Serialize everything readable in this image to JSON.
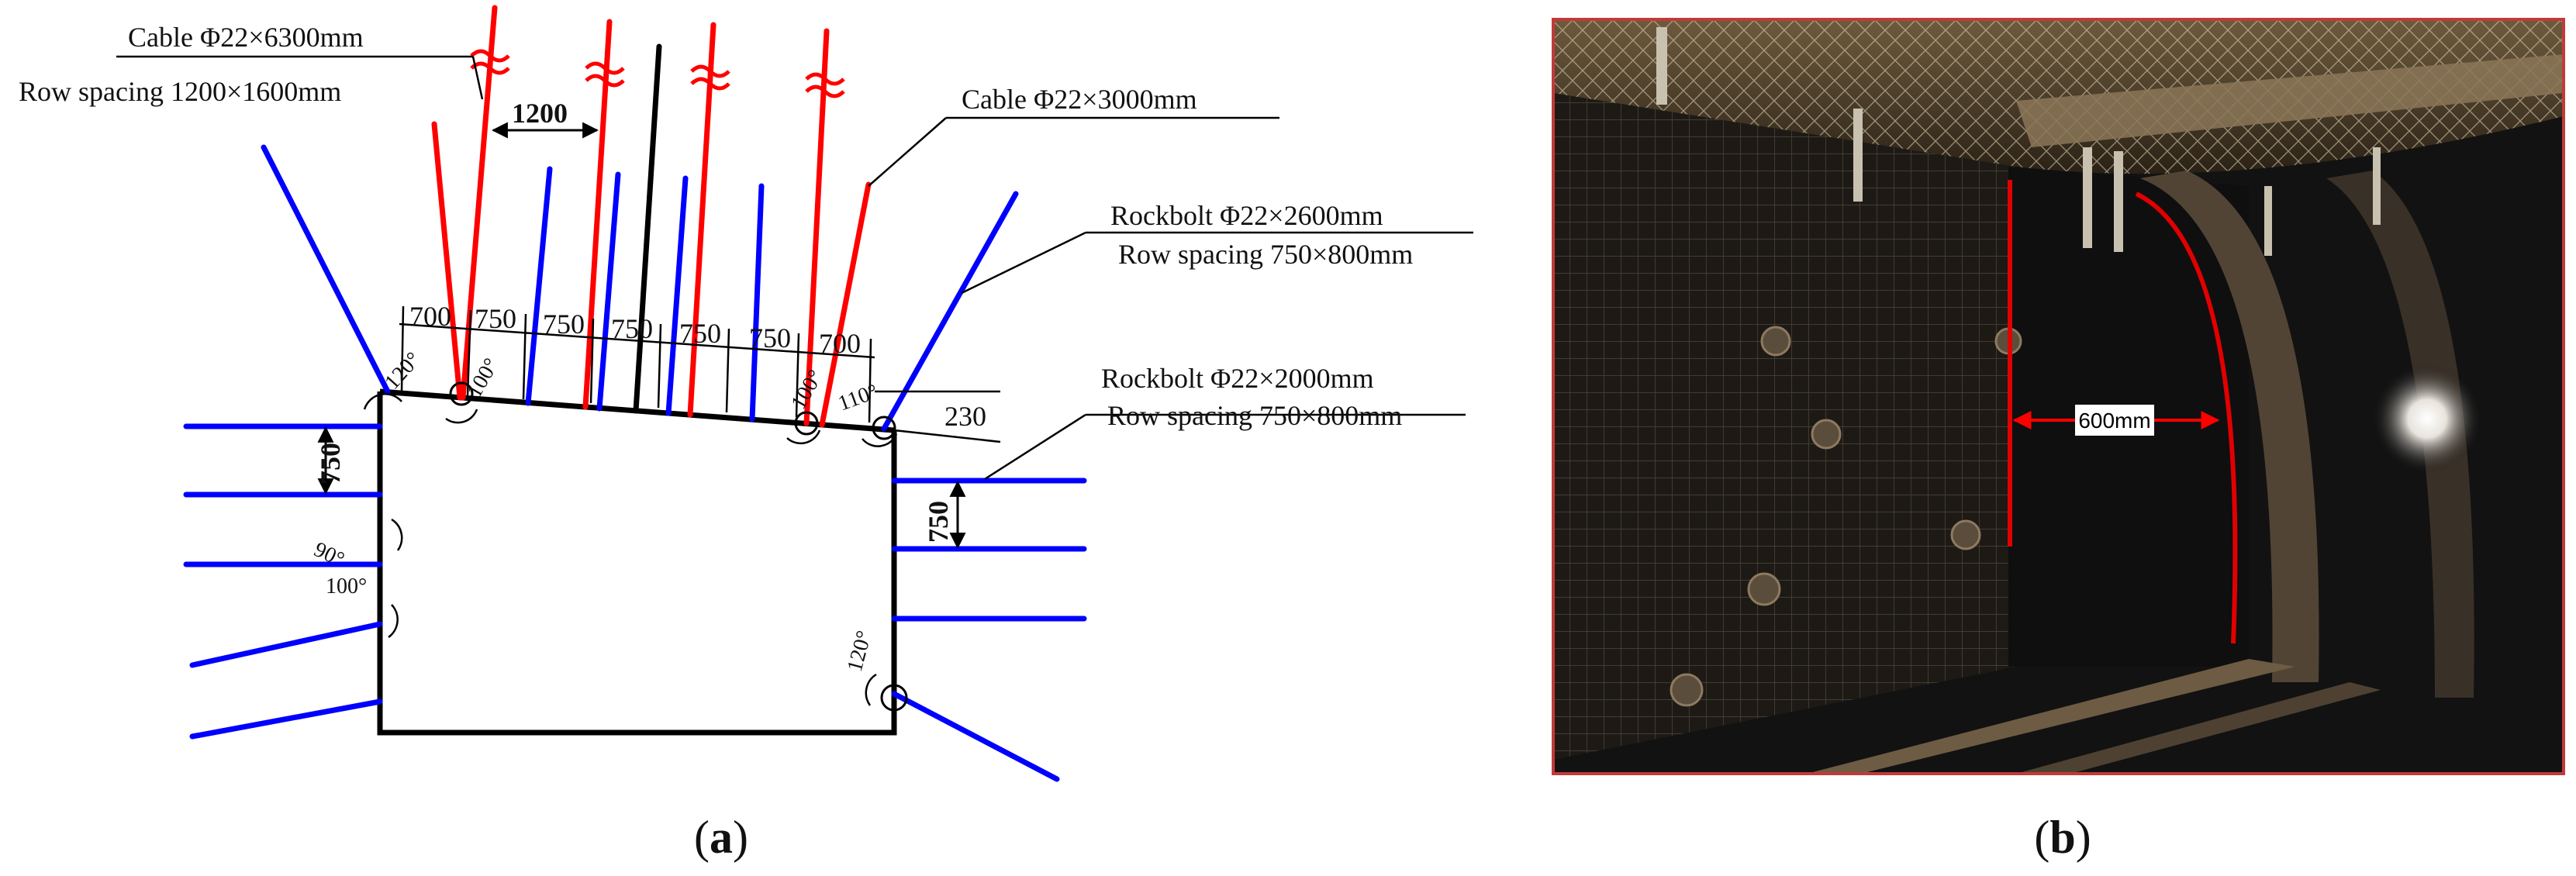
{
  "panel_a": {
    "caption_prefix": "(",
    "caption_letter": "a",
    "caption_suffix": ")",
    "cable_long_label": "Cable  Φ22×6300mm",
    "cable_long_spacing": "Row spacing 1200×1600mm",
    "cable_short_label": "Cable  Φ22×3000mm",
    "rockbolt_roof_label": "Rockbolt  Φ22×2600mm",
    "rockbolt_roof_spacing": "Row spacing  750×800mm",
    "rockbolt_rib_label": "Rockbolt  Φ22×2000mm",
    "rockbolt_rib_spacing": "Row spacing  750×800mm",
    "cable_gap": "1200",
    "roof_spacings": [
      "700",
      "750",
      "750",
      "750",
      "750",
      "750",
      "700"
    ],
    "right_drop": "230",
    "left_rib_spacing": "750",
    "right_rib_spacing": "750",
    "angles": {
      "roof_left_corner": "120°",
      "roof_left_inner": "100°",
      "roof_right_inner": "100°",
      "roof_right_corner": "110°",
      "left_rib_upper": "90°",
      "left_rib_lower": "100°",
      "right_rib_lower": "120°"
    },
    "colors": {
      "cable": "#ff0000",
      "rockbolt": "#0000ff",
      "black_cable": "#000000",
      "outline": "#000000"
    }
  },
  "panel_b": {
    "caption_prefix": "(",
    "caption_letter": "b",
    "caption_suffix": ")",
    "measure_label": "600mm",
    "colors": {
      "marker": "#e10000",
      "border": "#c23a3a"
    }
  }
}
